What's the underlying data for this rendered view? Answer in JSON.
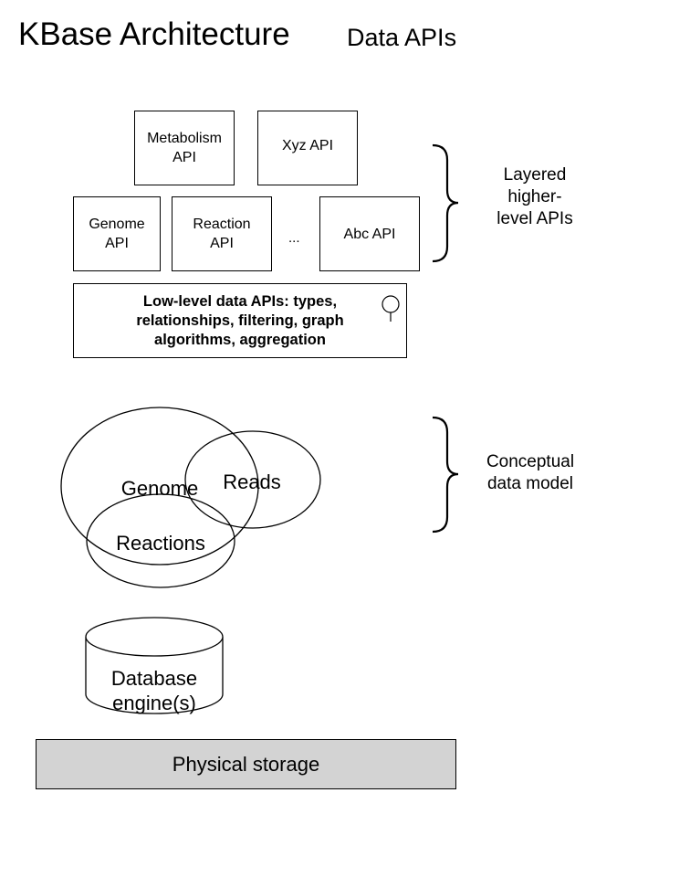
{
  "header": {
    "title": "KBase Architecture",
    "subtitle": "Data APIs"
  },
  "apis": {
    "metabolism": {
      "line1": "Metabolism",
      "line2": "API"
    },
    "xyz": "Xyz API",
    "genome": {
      "line1": "Genome",
      "line2": "API"
    },
    "reaction": {
      "line1": "Reaction",
      "line2": "API"
    },
    "ellipsis": "...",
    "abc": "Abc API",
    "low_level": {
      "line1": "Low-level data APIs: types,",
      "line2": "relationships, filtering, graph",
      "line3": "algorithms, aggregation"
    }
  },
  "brackets": {
    "layered": {
      "line1": "Layered",
      "line2": "higher-",
      "line3": "level APIs"
    },
    "conceptual": {
      "line1": "Conceptual",
      "line2": "data model"
    }
  },
  "data_model": {
    "genome": "Genome",
    "reads": "Reads",
    "reactions": "Reactions"
  },
  "database": {
    "line1": "Database",
    "line2": "engine(s)"
  },
  "storage": "Physical storage",
  "colors": {
    "storage_fill": "#d3d3d3",
    "stroke": "#000000"
  }
}
